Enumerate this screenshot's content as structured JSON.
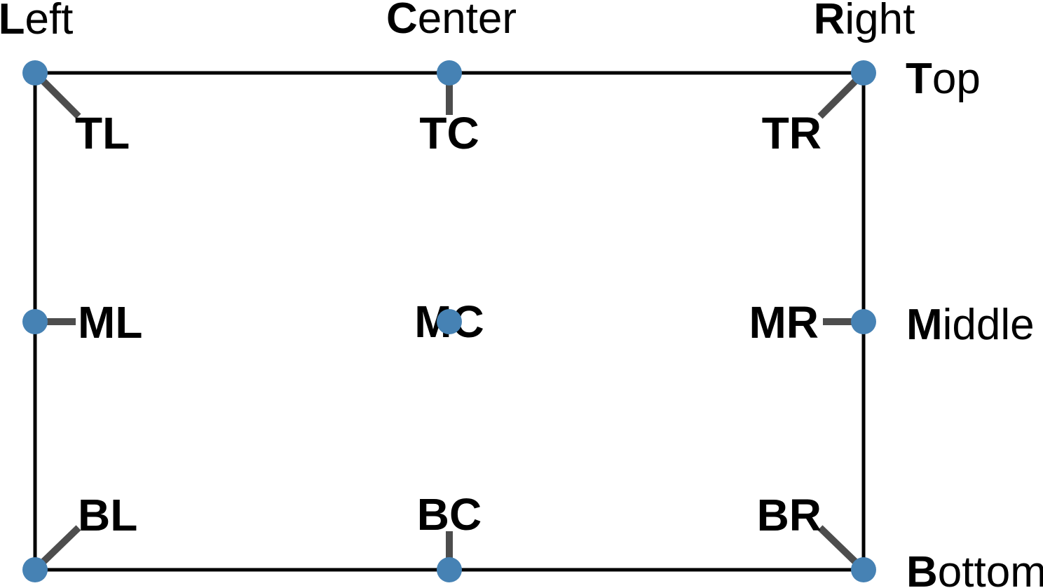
{
  "colors": {
    "point": "#4682B4",
    "connector": "#4D4D4D",
    "frame": "#000000",
    "label": "#000000",
    "background": "#FFFFFF"
  },
  "edge_labels": {
    "left": {
      "bold": "L",
      "rest": "eft"
    },
    "center": {
      "bold": "C",
      "rest": "enter"
    },
    "right": {
      "bold": "R",
      "rest": "ight"
    },
    "top": {
      "bold": "T",
      "rest": "op"
    },
    "middle": {
      "bold": "M",
      "rest": "iddle"
    },
    "bottom": {
      "bold": "B",
      "rest": "ottom"
    }
  },
  "anchor_labels": {
    "tl": "TL",
    "tc": "TC",
    "tr": "TR",
    "ml": "ML",
    "mc": "MC",
    "mr": "MR",
    "bl": "BL",
    "bc": "BC",
    "br": "BR"
  }
}
